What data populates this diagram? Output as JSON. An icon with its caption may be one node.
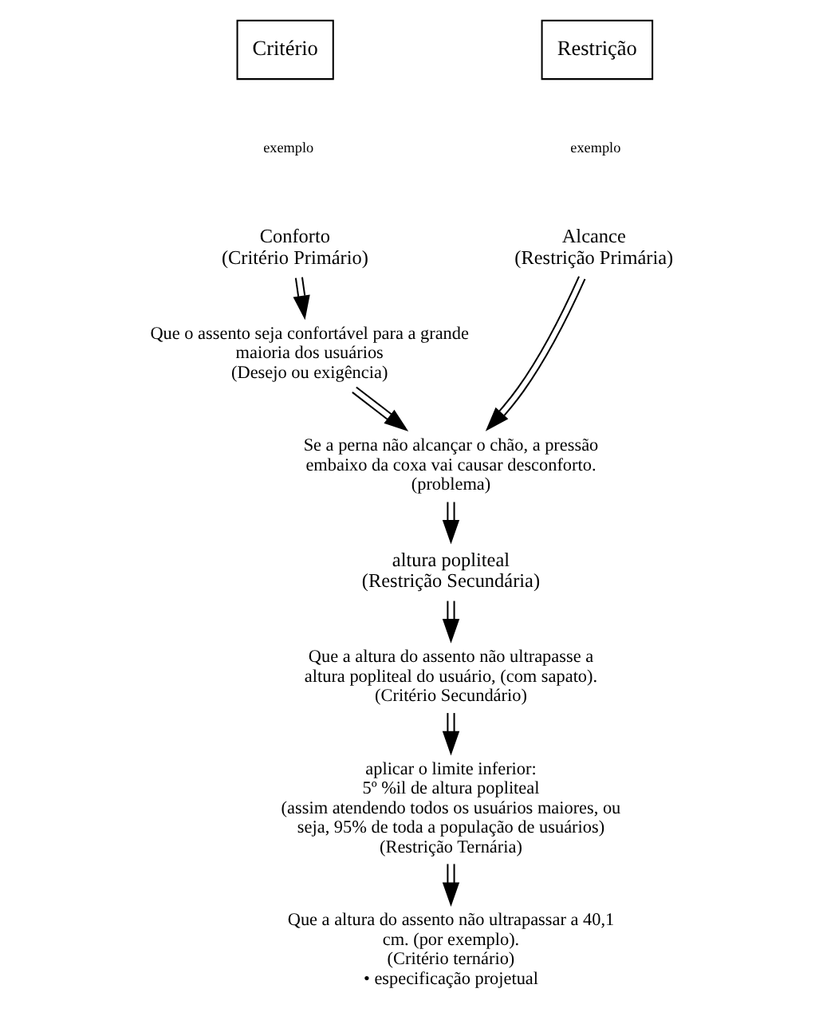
{
  "diagram": {
    "nodes": [
      {
        "text": [
          "Conforto",
          "(Critério Primário)"
        ]
      },
      {
        "text": [
          "Que o assento seja confortável para a grande maioria dos usuários",
          "(Desejo ou exigência)"
        ]
      },
      {
        "text": [
          "Alcance",
          "(Restrição Primária)"
        ]
      },
      {
        "text": [
          "Se a perna não alcançar o chão, a pressão embaixo da coxa vai causar desconforto.",
          "(problema)"
        ]
      },
      {
        "text": [
          "altura popliteal",
          "(Restrição Secundária)"
        ]
      },
      {
        "text": [
          "Que a altura do assento não ultrapasse a altura popliteal do usuário, (com sapato).",
          "(Critério Secundário)"
        ]
      },
      {
        "text": [
          "aplicar o limite inferior:",
          "5º %il de altura popliteal",
          "(assim atendendo todos os usuários maiores, ou seja, 95% de toda a população de usuários)",
          "(Restrição Ternária)"
        ]
      },
      {
        "text": [
          "Que a altura do assento não ultrapassar a 40,1 cm. (por exemplo).",
          "(Critério ternário)",
          "• especificação projetual"
        ]
      }
    ],
    "edges": [
      {
        "from": 0,
        "to": 1,
        "arrow": "to"
      },
      {
        "from": 1,
        "to": 3,
        "arrow": "to"
      },
      {
        "from": 2,
        "to": 3,
        "arrow": "to"
      },
      {
        "from": 3,
        "to": 4,
        "arrow": "to"
      },
      {
        "from": 4,
        "to": 5,
        "arrow": "to"
      },
      {
        "from": 5,
        "to": 6,
        "arrow": "to"
      },
      {
        "from": 6,
        "to": 7,
        "arrow": "to"
      }
    ],
    "labels": [
      "Critério",
      "Restrição",
      "exemplo",
      "exemplo"
    ]
  }
}
